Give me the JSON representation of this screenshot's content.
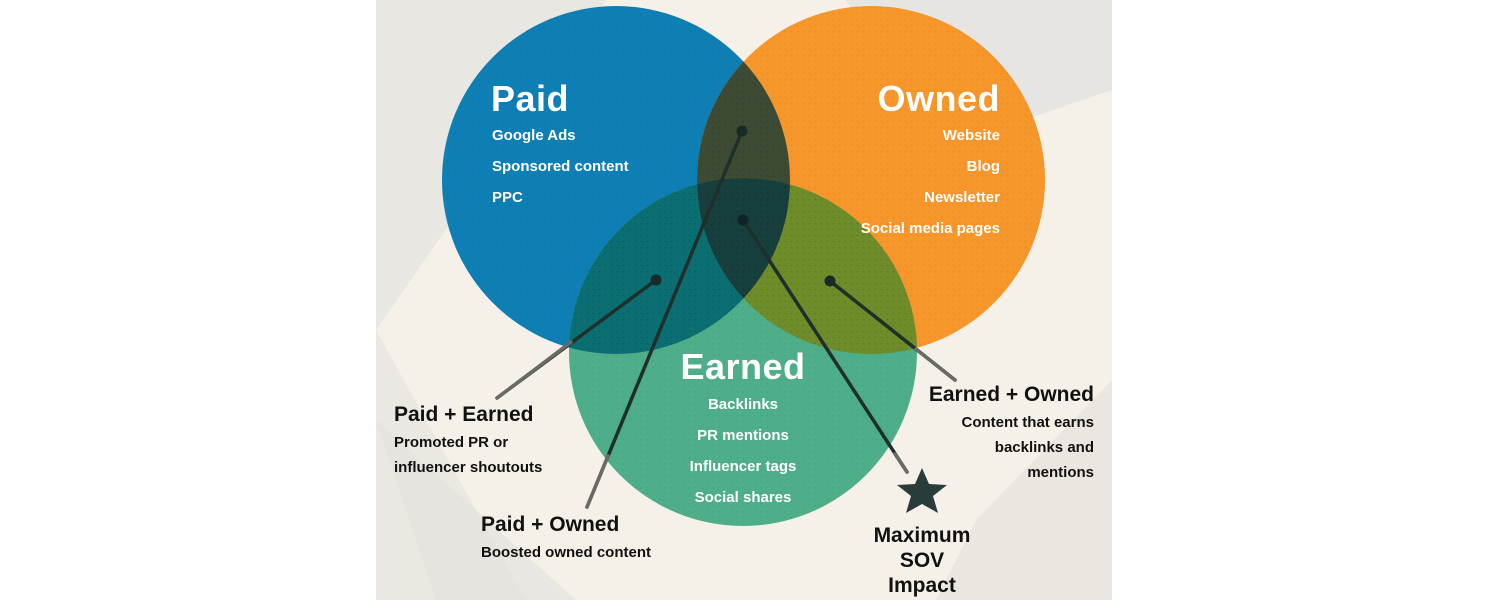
{
  "colors": {
    "background": "#f6f1e8",
    "paid": "#0e7fb5",
    "owned": "#f7962a",
    "earned": "#4fae8a",
    "paid_owned_overlap": "#3d4a34",
    "paid_earned_overlap": "#0b6e72",
    "earned_owned_overlap": "#6f8c2b",
    "center_overlap": "#173f3d",
    "line": "#1f2f2a",
    "star": "#2a3b3b",
    "label_text": "#111111"
  },
  "circles": {
    "paid": {
      "title": "Paid",
      "items": [
        "Google Ads",
        "Sponsored content",
        "PPC"
      ]
    },
    "owned": {
      "title": "Owned",
      "items": [
        "Website",
        "Blog",
        "Newsletter",
        "Social media pages"
      ]
    },
    "earned": {
      "title": "Earned",
      "items": [
        "Backlinks",
        "PR mentions",
        "Influencer tags",
        "Social shares"
      ]
    }
  },
  "callouts": {
    "paid_earned": {
      "title": "Paid + Earned",
      "desc": [
        "Promoted PR or",
        "influencer shoutouts"
      ]
    },
    "paid_owned": {
      "title": "Paid + Owned",
      "desc": [
        "Boosted owned content"
      ]
    },
    "earned_owned": {
      "title": "Earned + Owned",
      "desc": [
        "Content that earns",
        "backlinks and",
        "mentions"
      ]
    },
    "maximum": {
      "icon": "star-icon",
      "lines": [
        "Maximum",
        "SOV",
        "Impact"
      ]
    }
  }
}
